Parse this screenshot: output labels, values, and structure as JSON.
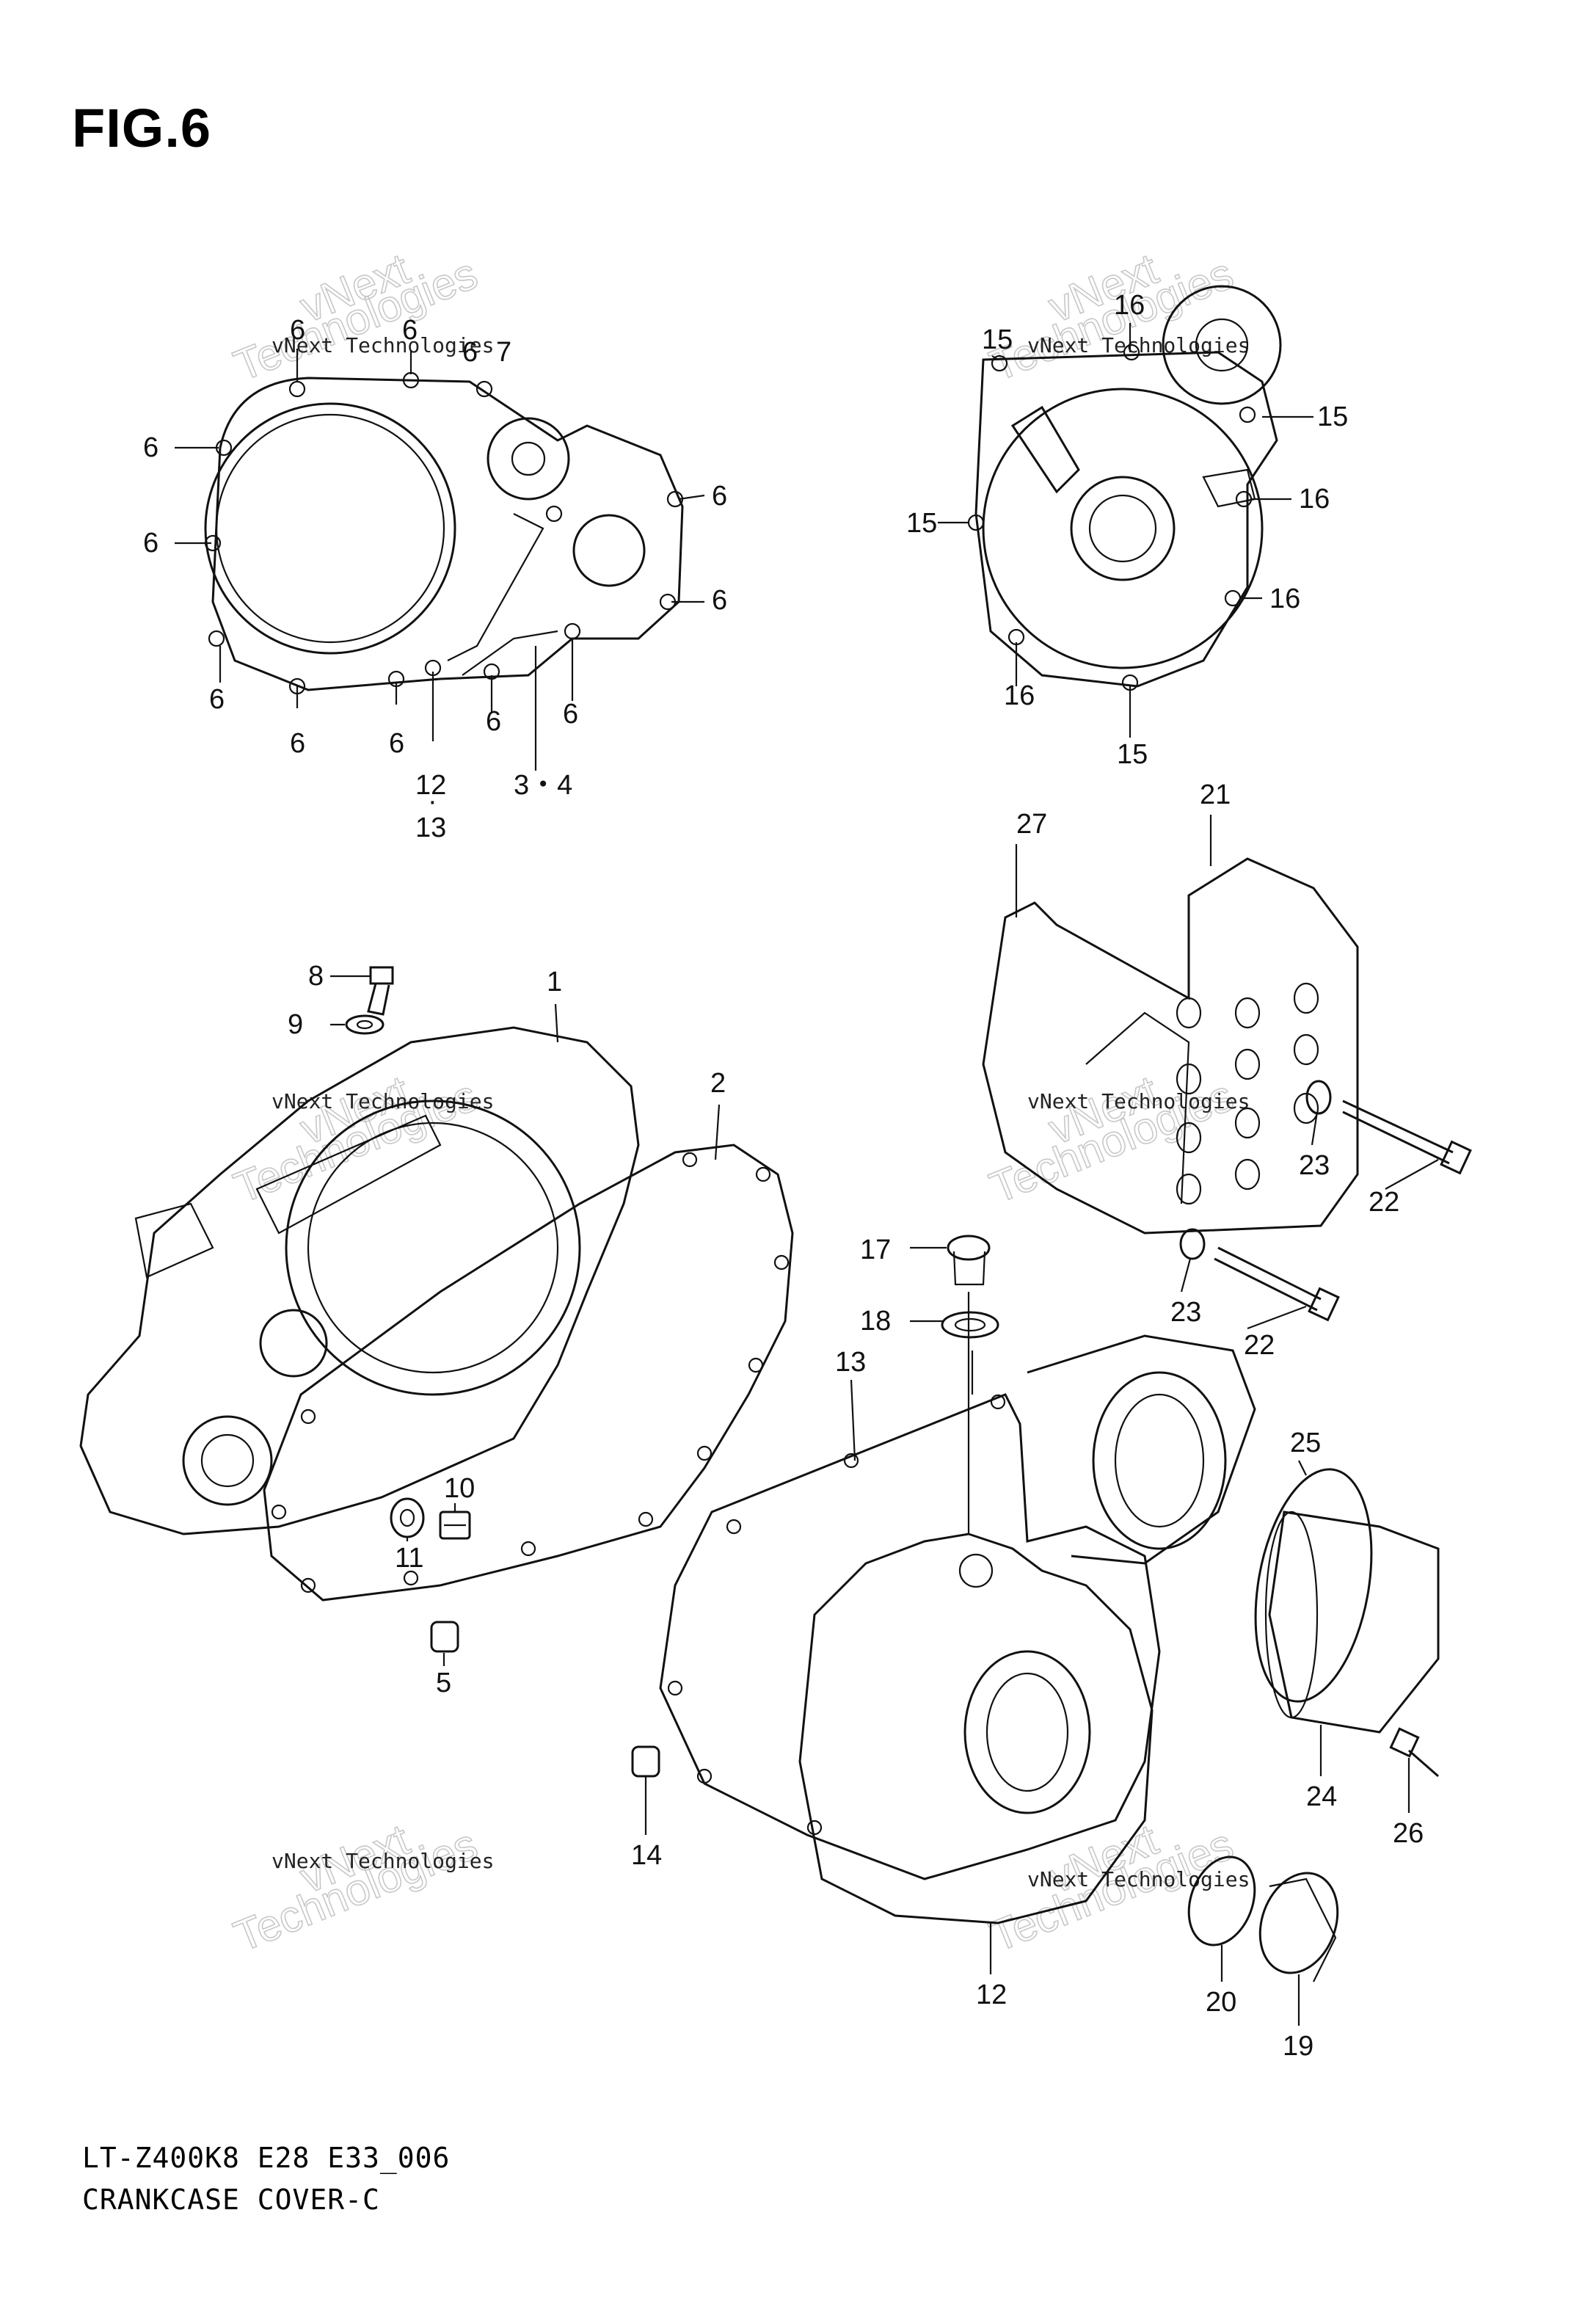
{
  "figure": {
    "title": "FIG.6"
  },
  "footer": {
    "line1": "LT-Z400K8 E28 E33_006",
    "line2": "CRANKCASE COVER-C"
  },
  "watermark": {
    "company": "vNext Technologies",
    "word1": "vNext",
    "word2": "Technologies"
  },
  "callouts": {
    "c1": "1",
    "c2": "2",
    "c34": "3・4",
    "c5": "5",
    "c6a": "6",
    "c6b": "6",
    "c6c": "6",
    "c6d": "6",
    "c6e": "6",
    "c6f": "6",
    "c6g": "6",
    "c6h": "6",
    "c6i": "6",
    "c6j": "6",
    "c6k": "6",
    "c6l": "6",
    "c7": "7",
    "c8": "8",
    "c9": "9",
    "c10": "10",
    "c11": "11",
    "c12a": "12",
    "c12b": "12",
    "c13a": "13",
    "c13b": "13",
    "c14": "14",
    "c15a": "15",
    "c15b": "15",
    "c15c": "15",
    "c15d": "15",
    "c16a": "16",
    "c16b": "16",
    "c16c": "16",
    "c16d": "16",
    "c17": "17",
    "c18": "18",
    "c19": "19",
    "c20": "20",
    "c21": "21",
    "c22a": "22",
    "c22b": "22",
    "c23a": "23",
    "c23b": "23",
    "c24": "24",
    "c25": "25",
    "c26": "26",
    "c27": "27"
  }
}
